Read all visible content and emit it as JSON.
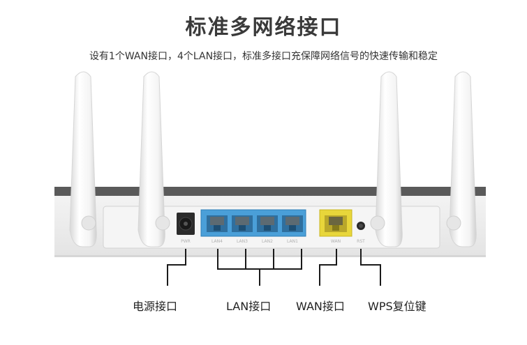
{
  "header": {
    "title": "标准多网络接口",
    "subtitle": "设有1个WAN接口，4个LAN接口，标准多接口充保障网络信号的快速传输和稳定"
  },
  "ports": {
    "power": "PWR",
    "lan4": "LAN4",
    "lan3": "LAN3",
    "lan2": "LAN2",
    "lan1": "LAN1",
    "wan": "WAN",
    "reset": "RST"
  },
  "callouts": {
    "power": "电源接口",
    "lan": "LAN接口",
    "wan": "WAN接口",
    "wps": "WPS复位键"
  },
  "colors": {
    "lan_port": "#4a9fd8",
    "wan_port": "#e8d63a",
    "router_body": "#eeeeee",
    "router_top": "#555555"
  }
}
